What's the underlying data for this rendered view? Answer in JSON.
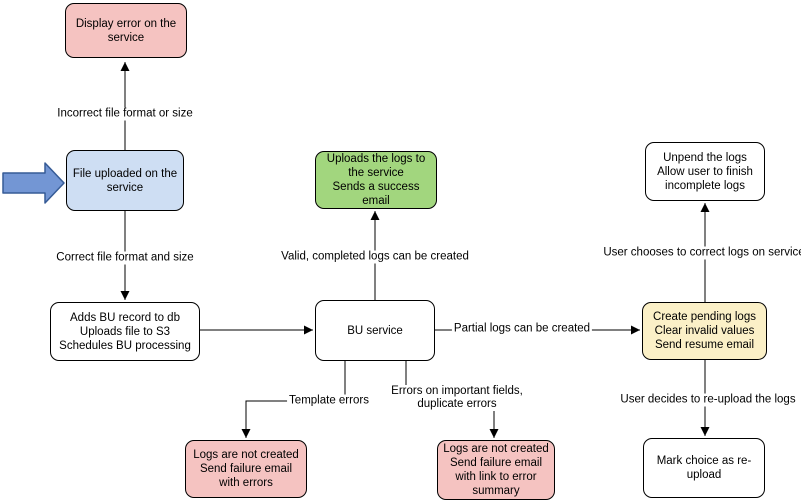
{
  "colors": {
    "pink": "#F5C3C1",
    "blue": "#CEDEF3",
    "green": "#A2D67E",
    "yellow": "#FBF0C7",
    "white": "#FFFFFF",
    "stroke": "#000000",
    "arrow_fill": "#7396D4",
    "arrow_stroke": "#365B96"
  },
  "nodes": {
    "display_error": "Display error on the\nservice",
    "file_uploaded": "File uploaded on the\nservice",
    "adds_bu": "Adds BU record to db\nUploads file to S3\nSchedules BU processing",
    "uploads_logs": "Uploads the logs to\nthe service\nSends a success\nemail",
    "bu_service": "BU service",
    "unpend": "Unpend the logs\nAllow user to finish\nincomplete logs",
    "create_pending": "Create pending logs\nClear invalid values\nSend resume email",
    "mark_choice": "Mark choice as re-\nupload",
    "logs_not_created_errors": "Logs are not created\nSend failure email\nwith errors",
    "logs_not_created_summary": "Logs are not created\nSend failure email\nwith link to error\nsummary"
  },
  "edges": {
    "incorrect": "Incorrect file format or size",
    "correct": "Correct file format and size",
    "valid": "Valid, completed logs can be created",
    "partial": "Partial logs can be created",
    "user_chooses": "User chooses to correct logs on service",
    "user_decides": "User decides to re-upload the logs",
    "template_errors": "Template errors",
    "important_fields": "Errors on important fields,\nduplicate errors"
  }
}
